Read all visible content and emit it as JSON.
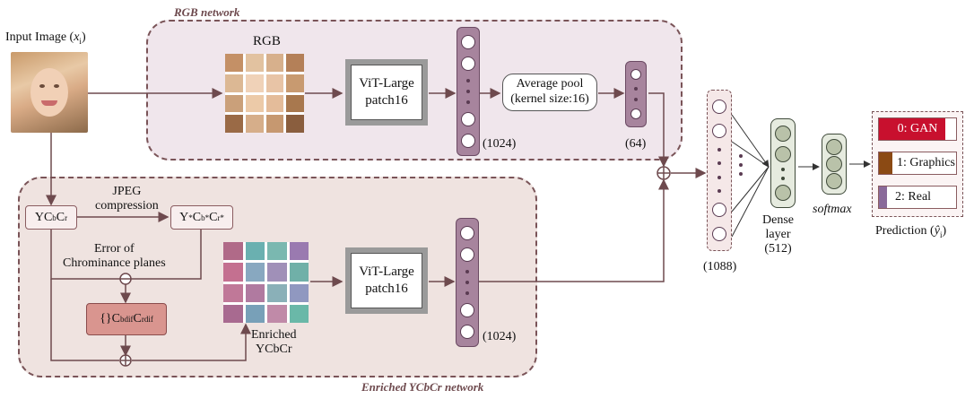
{
  "labels": {
    "input_image": "Input Image (",
    "input_var": "x",
    "input_sub": "i",
    "input_close": ")",
    "rgb_network": "RGB network",
    "ycbcr_network": "Enriched YCbCr network",
    "rgb": "RGB",
    "vit_line1": "ViT-Large",
    "vit_line2": "patch16",
    "avg_line1": "Average pool",
    "avg_line2": "(kernel size:16)",
    "dim_1024_top": "(1024)",
    "dim_64": "(64)",
    "dim_1024_bottom": "(1024)",
    "dim_1088": "(1088)",
    "jpeg_line1": "JPEG",
    "jpeg_line2": "compression",
    "ycbcr_Y": "YC",
    "ycbcr_b": "b",
    "ycbcr_C": "C",
    "ycbcr_r": "r",
    "ycbcr2_Y": "Y",
    "ycbcr2_C1": "C",
    "ycbcr2_b": "b",
    "ycbcr2_C2": "C",
    "ycbcr2_r": "r",
    "ycbcr2_prime": "*",
    "error_line1": "Error of",
    "error_line2": "Chrominance planes",
    "dif_braces": "{}C",
    "dif_b": "b",
    "dif_sup": "dif",
    "dif_C": "C",
    "dif_r": "r",
    "enriched_line1": "Enriched",
    "enriched_line2": "YCbCr",
    "dense_line1": "Dense",
    "dense_line2": "layer",
    "dense_line3": "(512)",
    "softmax": "softmax",
    "prediction": "Prediction (",
    "prediction_var": "ŷ",
    "prediction_sub": "i",
    "prediction_close": ")"
  },
  "predictions": [
    {
      "label": "0: GAN",
      "color": "#c8102e",
      "fill": 0.86
    },
    {
      "label": "1: Graphics",
      "color": "#8b4a14",
      "fill": 0.18
    },
    {
      "label": "2: Real",
      "color": "#8a6a9a",
      "fill": 0.1
    }
  ],
  "colors": {
    "region_border": "#7a5458",
    "rgb_region_bg": "#f0e6ec",
    "ycbcr_region_bg": "#efe3e0",
    "vector_fill": "#a7849d",
    "dif_box": "#d9958f"
  }
}
